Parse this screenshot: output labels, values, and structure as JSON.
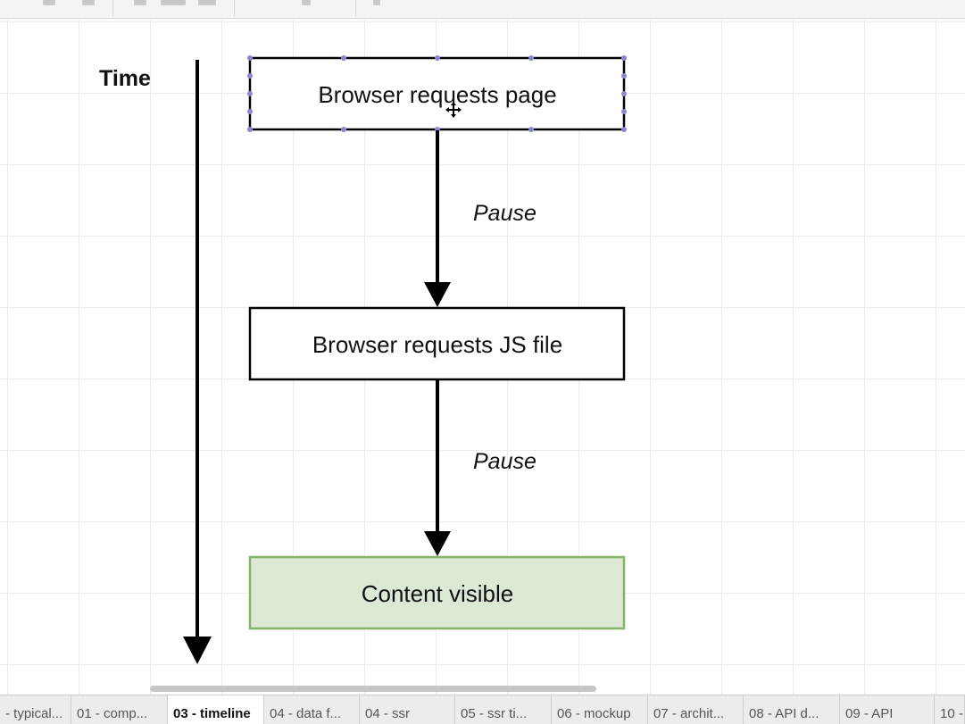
{
  "diagram": {
    "time_label": "Time",
    "nodes": {
      "browser_requests_page": "Browser requests page",
      "browser_requests_js": "Browser requests JS file",
      "content_visible": "Content visible"
    },
    "edge_labels": {
      "pause_1": "Pause",
      "pause_2": "Pause"
    },
    "colors": {
      "content_visible_fill": "#dbe9d5",
      "content_visible_stroke": "#82b366",
      "selection_handle": "#8a86d6"
    }
  },
  "tabs": [
    {
      "label": "- typical...",
      "active": false
    },
    {
      "label": "01 - comp...",
      "active": false
    },
    {
      "label": "03 - timeline",
      "active": true
    },
    {
      "label": "04 - data f...",
      "active": false
    },
    {
      "label": "04 - ssr",
      "active": false
    },
    {
      "label": "05 - ssr ti...",
      "active": false
    },
    {
      "label": "06 - mockup",
      "active": false
    },
    {
      "label": "07 - archit...",
      "active": false
    },
    {
      "label": "08 - API d...",
      "active": false
    },
    {
      "label": "09 - API",
      "active": false
    },
    {
      "label": "10 -",
      "active": false
    }
  ]
}
